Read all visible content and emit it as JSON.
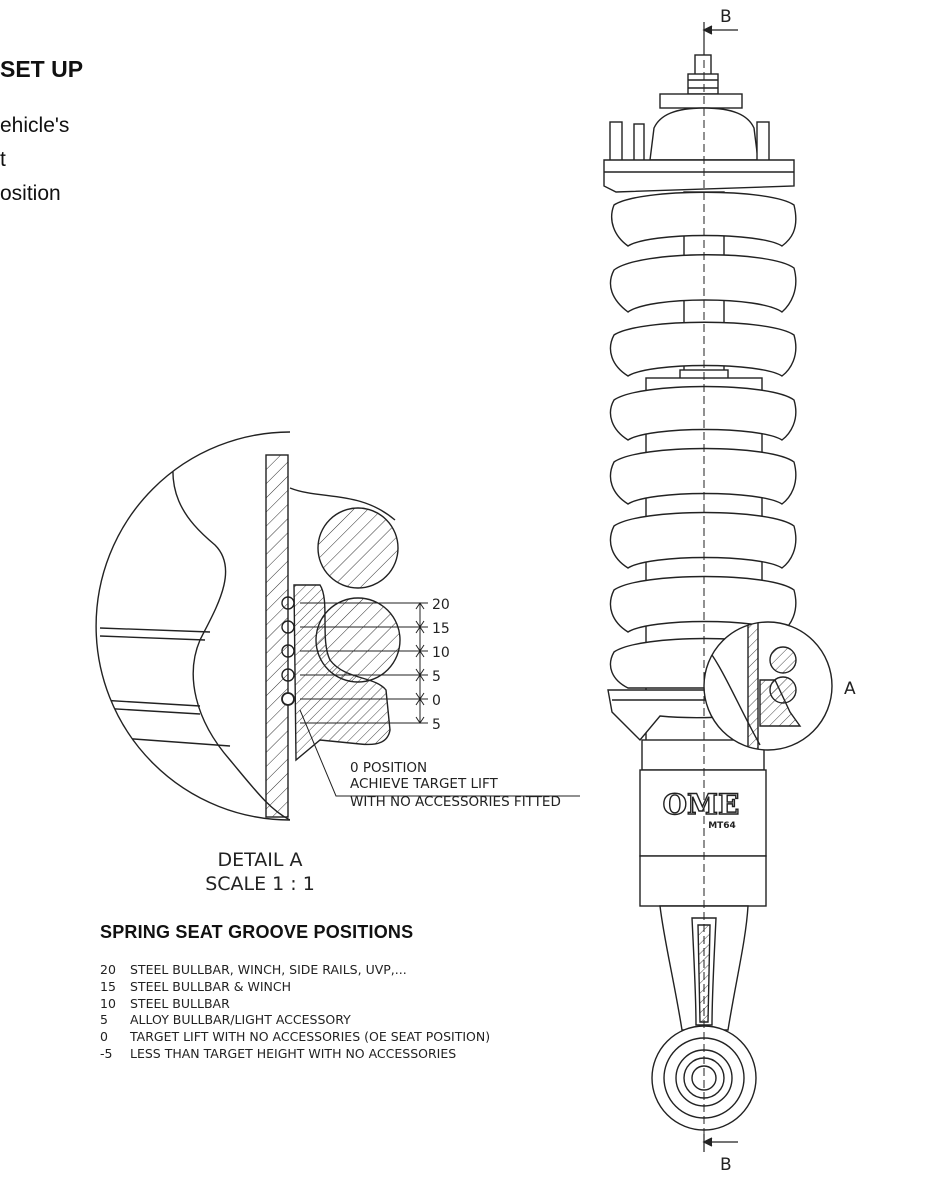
{
  "fragment": {
    "title": "SET UP",
    "lines": [
      "ehicle's",
      "t",
      "osition"
    ]
  },
  "detail": {
    "callout_lines": [
      "0 POSITION",
      "ACHIEVE TARGET LIFT",
      "WITH NO ACCESSORIES FITTED"
    ],
    "label": "DETAIL A",
    "scale": "SCALE 1 : 1",
    "scale_values": [
      "20",
      "15",
      "10",
      "5",
      "0",
      "5"
    ]
  },
  "section_labels": {
    "top": "B",
    "bottom": "B",
    "detail_marker": "A"
  },
  "shock": {
    "logo": "OME",
    "model": "MT64"
  },
  "positions": {
    "heading": "SPRING SEAT GROOVE POSITIONS",
    "items": [
      {
        "code": "20",
        "text": "STEEL BULLBAR, WINCH, SIDE RAILS, UVP,..."
      },
      {
        "code": "15",
        "text": "STEEL BULLBAR & WINCH"
      },
      {
        "code": "10",
        "text": "STEEL BULLBAR"
      },
      {
        "code": "5",
        "text": "ALLOY BULLBAR/LIGHT ACCESSORY"
      },
      {
        "code": "0",
        "text": "TARGET LIFT WITH NO ACCESSORIES (OE SEAT POSITION)"
      },
      {
        "code": "-5",
        "text": "LESS THAN TARGET HEIGHT WITH NO ACCESSORIES"
      }
    ]
  }
}
